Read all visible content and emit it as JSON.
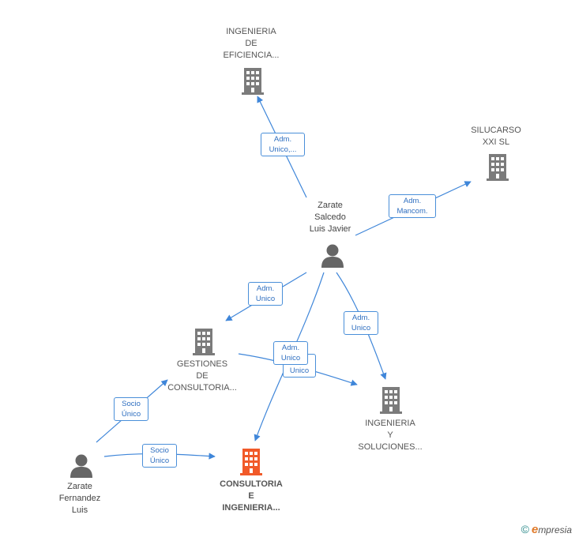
{
  "colors": {
    "edge": "#3f86d9",
    "company": "#7b7b7b",
    "main_company": "#f15a29",
    "person": "#666666"
  },
  "nodes": {
    "ing_eficiencia": {
      "lines": [
        "INGENIERIA",
        "DE",
        "EFICIENCIA..."
      ],
      "icon": "building-icon"
    },
    "silucarso": {
      "lines": [
        "SILUCARSO",
        "XXI SL"
      ],
      "icon": "building-icon"
    },
    "zarate_salcedo": {
      "lines": [
        "Zarate",
        "Salcedo",
        "Luis Javier"
      ],
      "icon": "person-icon"
    },
    "gestiones": {
      "lines": [
        "GESTIONES",
        "DE",
        "CONSULTORIA..."
      ],
      "icon": "building-icon"
    },
    "ing_soluciones": {
      "lines": [
        "INGENIERIA",
        "Y",
        "SOLUCIONES..."
      ],
      "icon": "building-icon"
    },
    "consultoria": {
      "lines": [
        "CONSULTORIA",
        "E",
        "INGENIERIA..."
      ],
      "icon": "building-icon"
    },
    "zarate_fernandez": {
      "lines": [
        "Zarate",
        "Fernandez",
        "Luis"
      ],
      "icon": "person-icon"
    }
  },
  "edges": [
    {
      "id": "e1",
      "lines": [
        "Adm.",
        "Unico,..."
      ]
    },
    {
      "id": "e2",
      "lines": [
        "Adm.",
        "Mancom."
      ]
    },
    {
      "id": "e3",
      "lines": [
        "Adm.",
        "Unico"
      ]
    },
    {
      "id": "e4",
      "lines": [
        "Adm.",
        "Unico"
      ]
    },
    {
      "id": "e5",
      "lines": [
        "Adm.",
        "Unico"
      ]
    },
    {
      "id": "e6",
      "lines": [
        "Unico"
      ]
    },
    {
      "id": "e7",
      "lines": [
        "Socio",
        "Único"
      ]
    },
    {
      "id": "e8",
      "lines": [
        "Socio",
        "Único"
      ]
    }
  ],
  "footer": {
    "copyright": "©",
    "brand_initial": "e",
    "brand_rest": "mpresia"
  }
}
